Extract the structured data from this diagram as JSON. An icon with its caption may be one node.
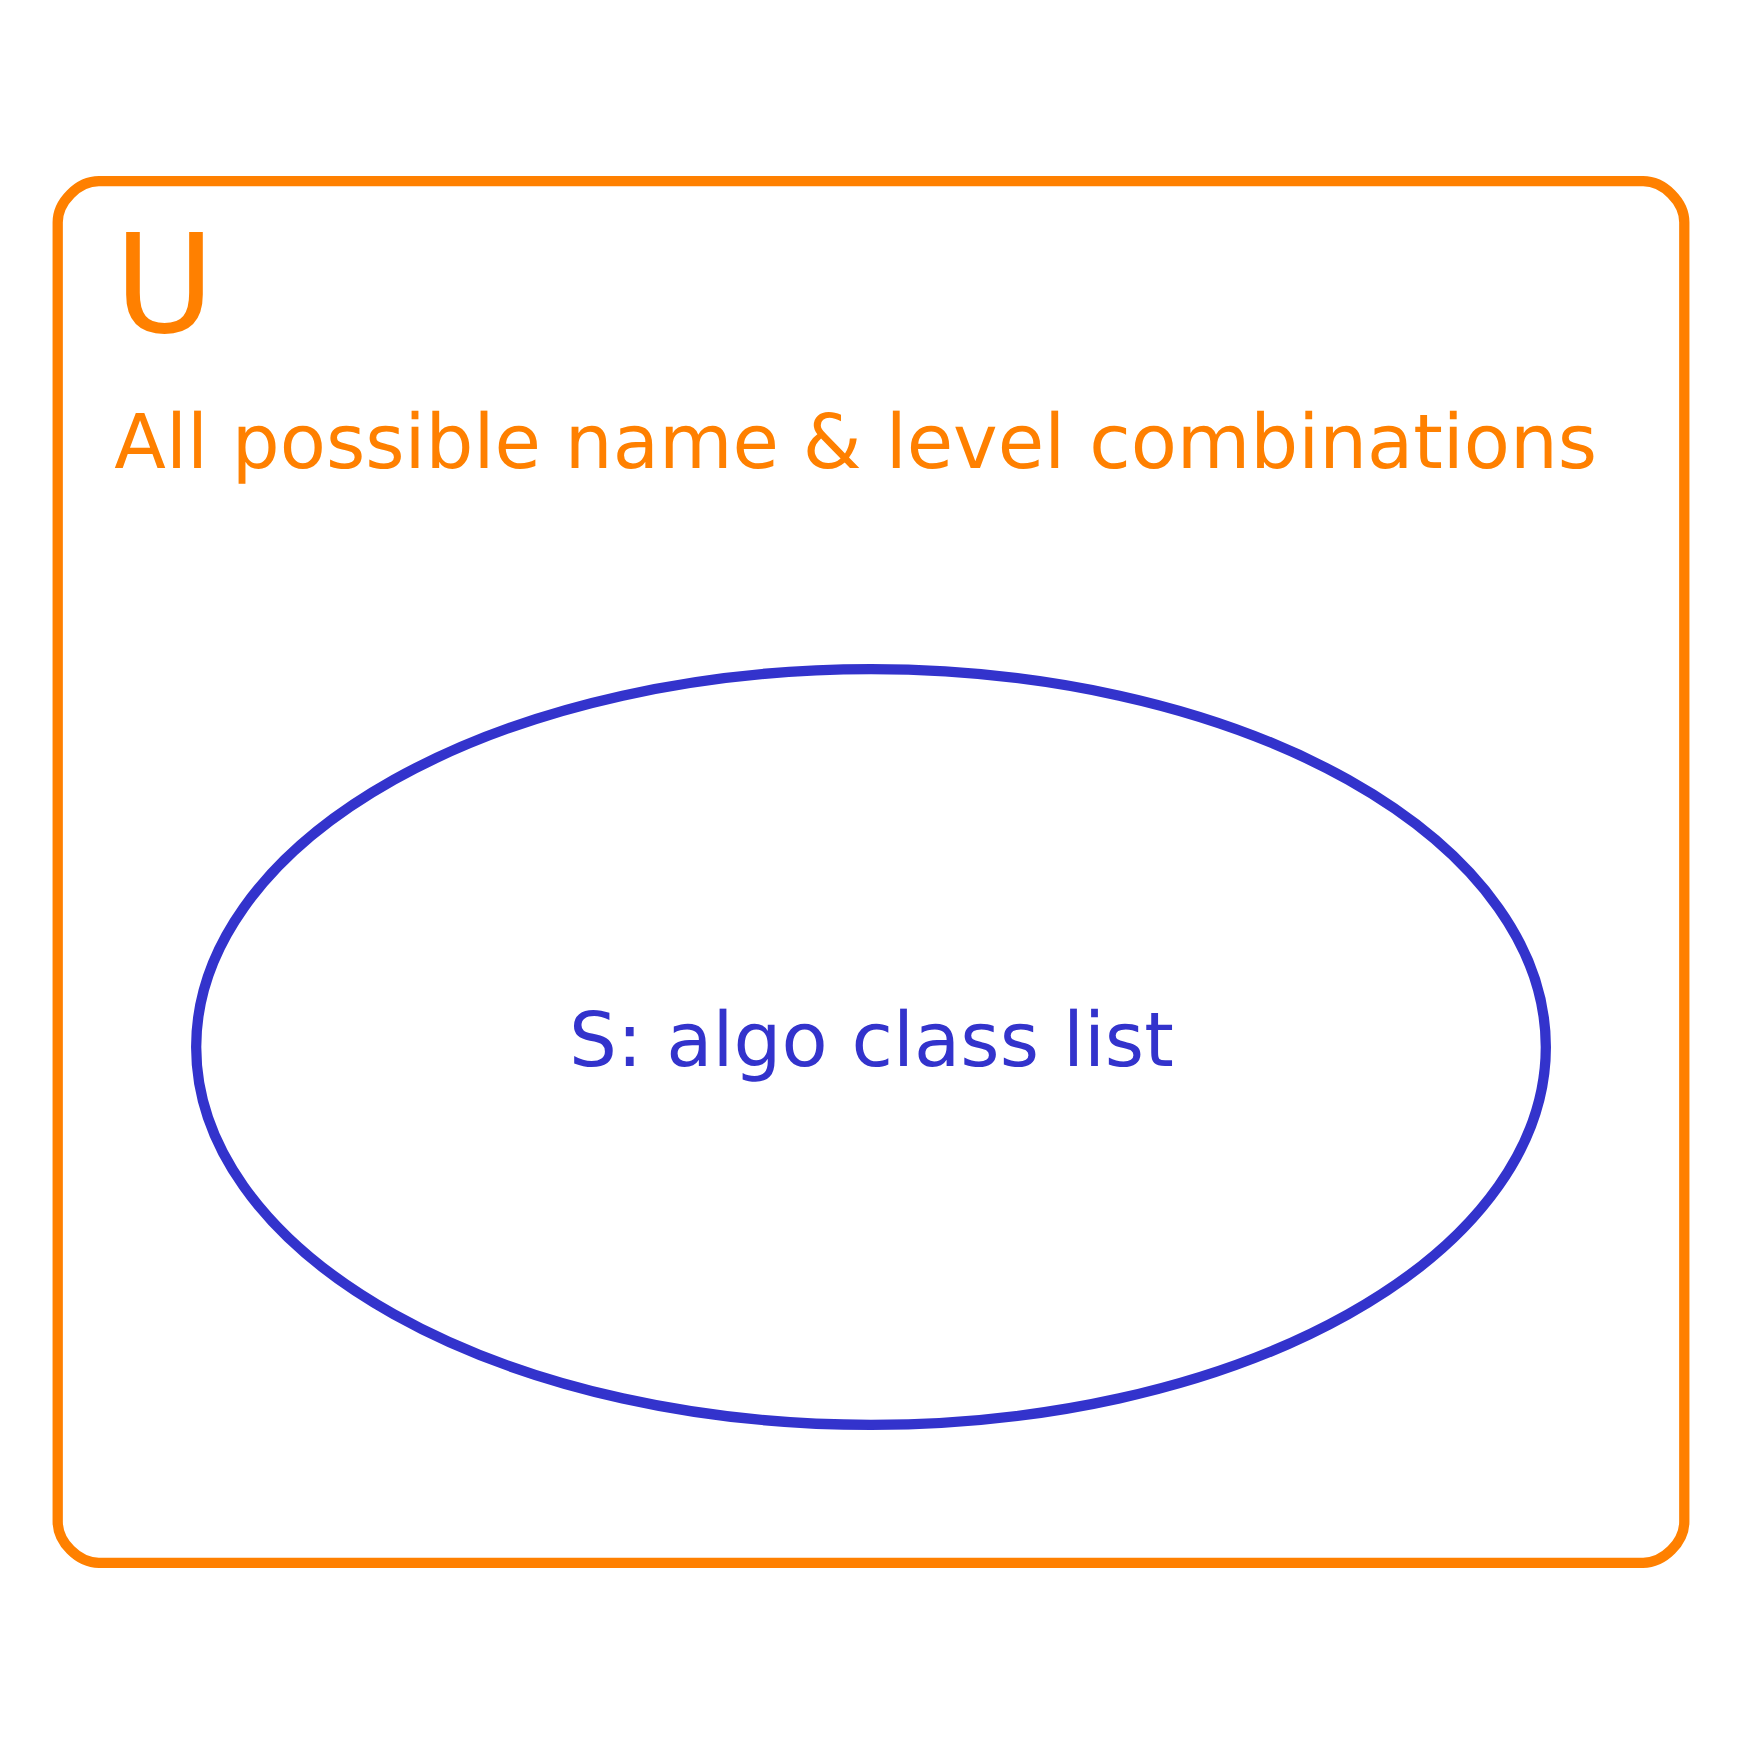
{
  "diagram": {
    "nodes": [
      {
        "text": [
          "U",
          "All possible name & level combinations"
        ]
      },
      {
        "text": [
          "S: algo class list"
        ],
        "in": 0
      }
    ]
  }
}
